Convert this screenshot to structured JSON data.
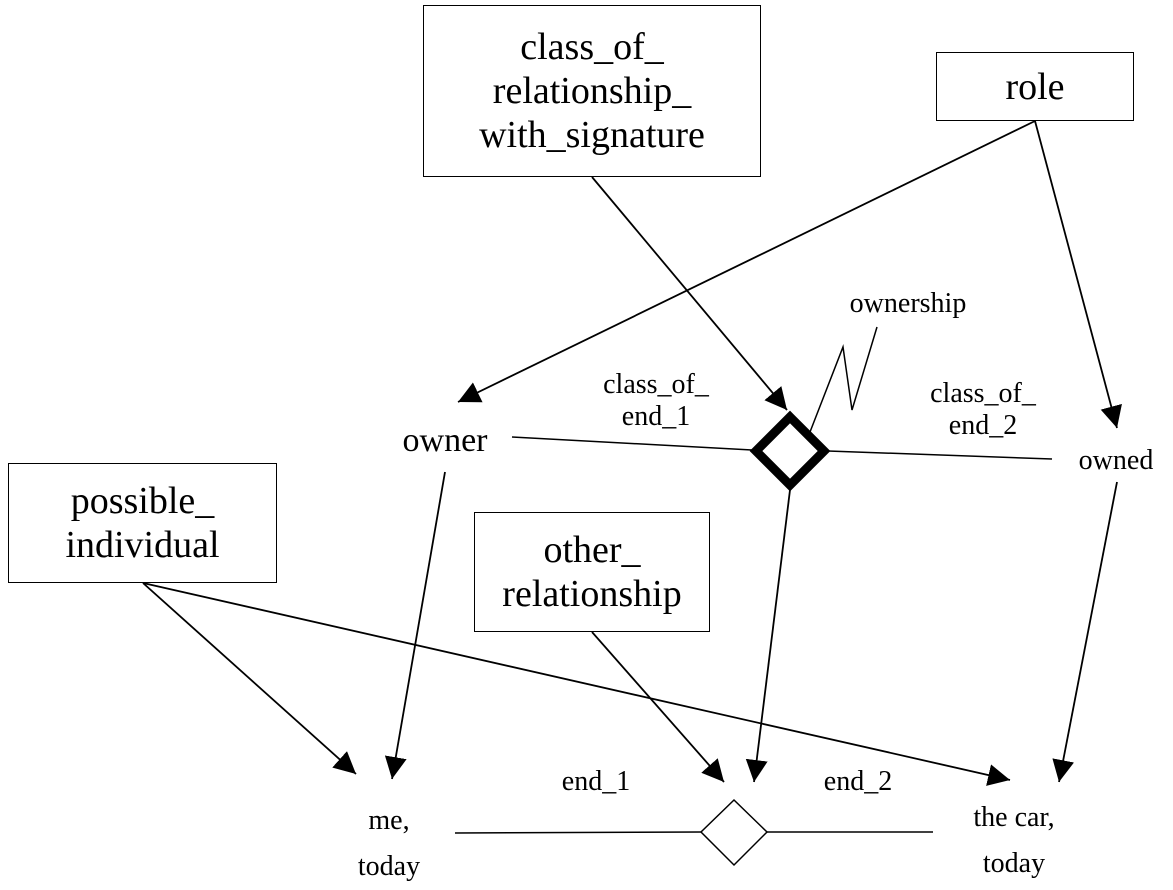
{
  "boxes": {
    "class_of_relationship": [
      "class_of_",
      "relationship_",
      "with_signature"
    ],
    "role": "role",
    "possible_individual": [
      "possible_",
      "individual"
    ],
    "other_relationship": [
      "other_",
      "relationship"
    ]
  },
  "labels": {
    "ownership": "ownership",
    "owner": "owner",
    "owned": "owned",
    "class_of_end_1": [
      "class_of_",
      "end_1"
    ],
    "class_of_end_2": [
      "class_of_",
      "end_2"
    ],
    "end_1": "end_1",
    "end_2": "end_2",
    "me_today": [
      "me,",
      "today"
    ],
    "car_today": [
      "the car,",
      "today"
    ]
  }
}
